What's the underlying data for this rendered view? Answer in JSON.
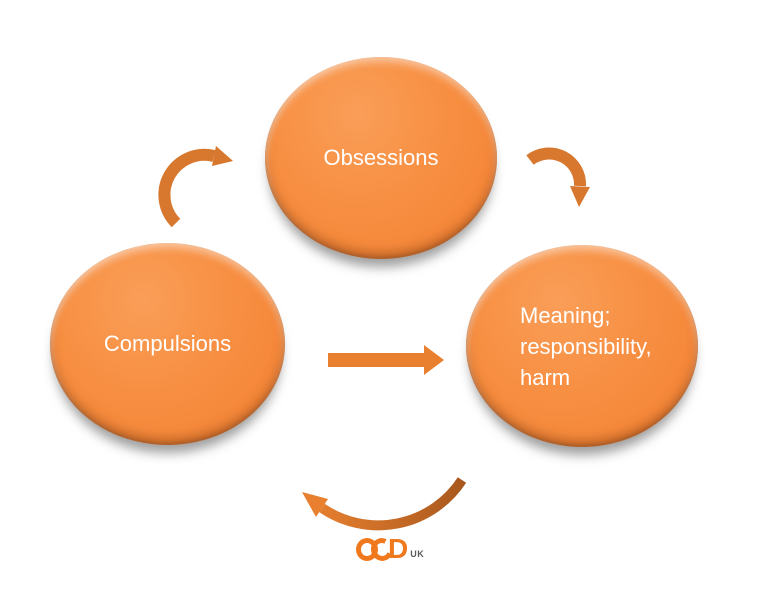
{
  "diagram": {
    "nodes": [
      {
        "id": "obsessions",
        "label": "Obsessions"
      },
      {
        "id": "compulsions",
        "label": "Compulsions"
      },
      {
        "id": "meaning",
        "label": "Meaning; responsibility, harm",
        "lines": [
          "Meaning;",
          "responsibility,",
          "harm"
        ]
      }
    ],
    "arrows": [
      {
        "id": "compulsions-to-obsessions",
        "style": "curved-arc"
      },
      {
        "id": "obsessions-to-meaning",
        "style": "curved-arc"
      },
      {
        "id": "compulsions-to-meaning",
        "style": "straight"
      },
      {
        "id": "meaning-to-compulsions",
        "style": "curved-arc"
      }
    ],
    "colors": {
      "node_fill": "#F68A3C",
      "node_fill_light": "#FA9C55",
      "node_text": "#FFFFFF",
      "straight_arrow": "#E8802F",
      "arc_arrow": "#D8772E",
      "arc_arrow_dark": "#A8581E",
      "background": "#FFFFFF"
    }
  },
  "logo": {
    "brand": "OCD UK",
    "d": "D",
    "uk": "UK",
    "orange": "#F0791E",
    "gray": "#58595B"
  }
}
